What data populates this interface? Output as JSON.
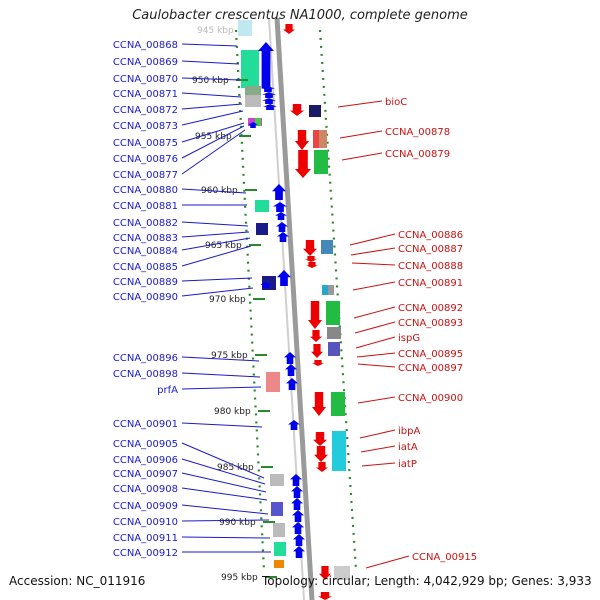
{
  "title": "Caulobacter crescentus NA1000, complete genome",
  "accession": "Accession: NC_011916",
  "summary": "Topology: circular; Length: 4,042,929 bp; Genes: 3,933",
  "top_ruler_label": "945 kbp",
  "ruler": [
    {
      "label": "950 kbp"
    },
    {
      "label": "955 kbp"
    },
    {
      "label": "960 kbp"
    },
    {
      "label": "965 kbp"
    },
    {
      "label": "970 kbp"
    },
    {
      "label": "975 kbp"
    },
    {
      "label": "980 kbp"
    },
    {
      "label": "985 kbp"
    },
    {
      "label": "990 kbp"
    },
    {
      "label": "995 kbp"
    }
  ],
  "left_genes": [
    "CCNA_00868",
    "CCNA_00869",
    "CCNA_00870",
    "CCNA_00871",
    "CCNA_00872",
    "CCNA_00873",
    "CCNA_00875",
    "CCNA_00876",
    "CCNA_00877",
    "CCNA_00880",
    "CCNA_00881",
    "CCNA_00882",
    "CCNA_00883",
    "CCNA_00884",
    "CCNA_00885",
    "CCNA_00889",
    "CCNA_00890",
    "CCNA_00896",
    "CCNA_00898",
    "prfA",
    "CCNA_00901",
    "CCNA_00905",
    "CCNA_00906",
    "CCNA_00907",
    "CCNA_00908",
    "CCNA_00909",
    "CCNA_00910",
    "CCNA_00911",
    "CCNA_00912"
  ],
  "right_genes": [
    "bioC",
    "CCNA_00878",
    "CCNA_00879",
    "CCNA_00886",
    "CCNA_00887",
    "CCNA_00888",
    "CCNA_00891",
    "CCNA_00892",
    "CCNA_00893",
    "ispG",
    "CCNA_00895",
    "CCNA_00897",
    "CCNA_00900",
    "ibpA",
    "iatA",
    "iatP",
    "CCNA_00915"
  ],
  "colors": {
    "forward_strand": "#0000ee",
    "reverse_strand": "#ee0000",
    "backbone": "#9a9a9a",
    "ruler": "#2a8a2a",
    "left_label": "#1a1acc",
    "right_label": "#cc1111"
  }
}
